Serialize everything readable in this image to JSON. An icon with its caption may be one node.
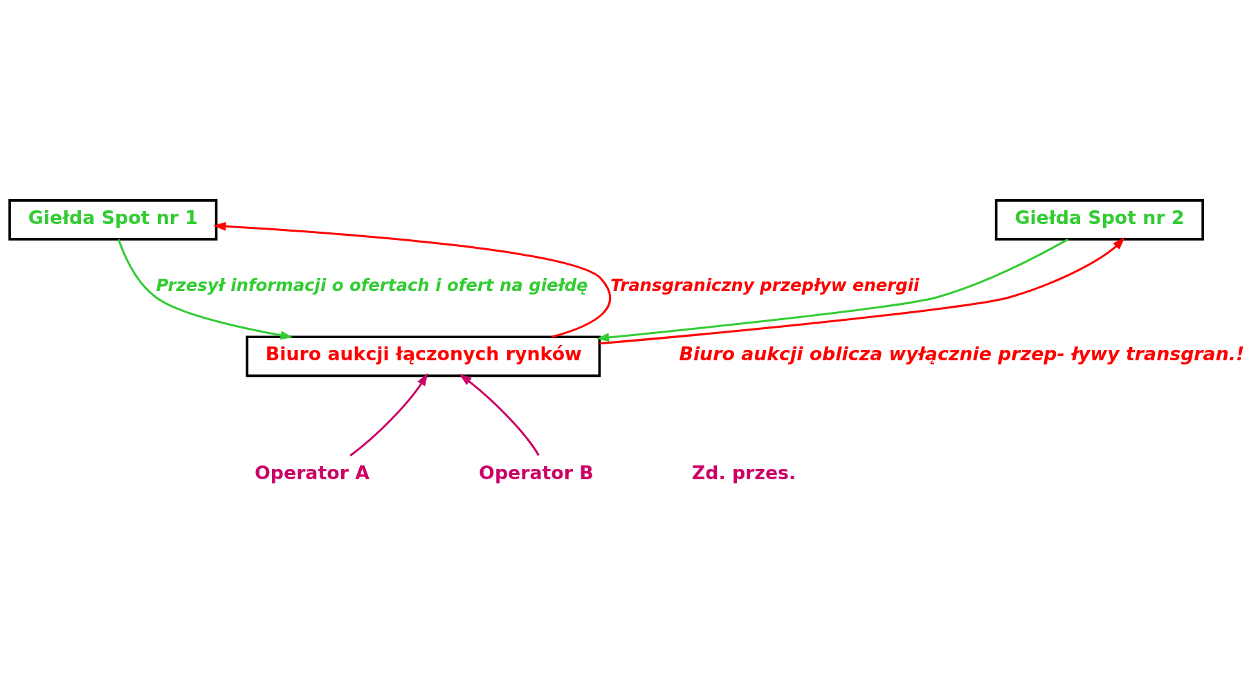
{
  "diagram": {
    "nodes": [
      {
        "text": [
          "Giełda Spot nr 1"
        ]
      },
      {
        "text": [
          "Giełda Spot nr 2"
        ]
      },
      {
        "text": [
          "Biuro aukcji łączonych rynków"
        ]
      },
      {
        "text": [
          "Operator A"
        ]
      },
      {
        "text": [
          "Operator B"
        ]
      }
    ],
    "edges": [
      {
        "from": 0,
        "to": 2,
        "arrow": "to",
        "color": "#33cc33",
        "label": "Przesył informacji o ofertach i ofert na giełdę"
      },
      {
        "from": 2,
        "to": 0,
        "arrow": "to",
        "color": "#ff0000",
        "label": "Transgraniczny przepływ energii"
      },
      {
        "from": 1,
        "to": 2,
        "arrow": "to",
        "color": "#33cc33"
      },
      {
        "from": 2,
        "to": 1,
        "arrow": "to",
        "color": "#ff0000"
      },
      {
        "from": 3,
        "to": 2,
        "arrow": "to",
        "color": "#cc0066"
      },
      {
        "from": 4,
        "to": 2,
        "arrow": "to",
        "color": "#cc0066"
      }
    ],
    "labels": [
      "Zd. przes.",
      "Biuro aukcji oblicza wyłącznie przep- ływy transgran.!"
    ]
  }
}
